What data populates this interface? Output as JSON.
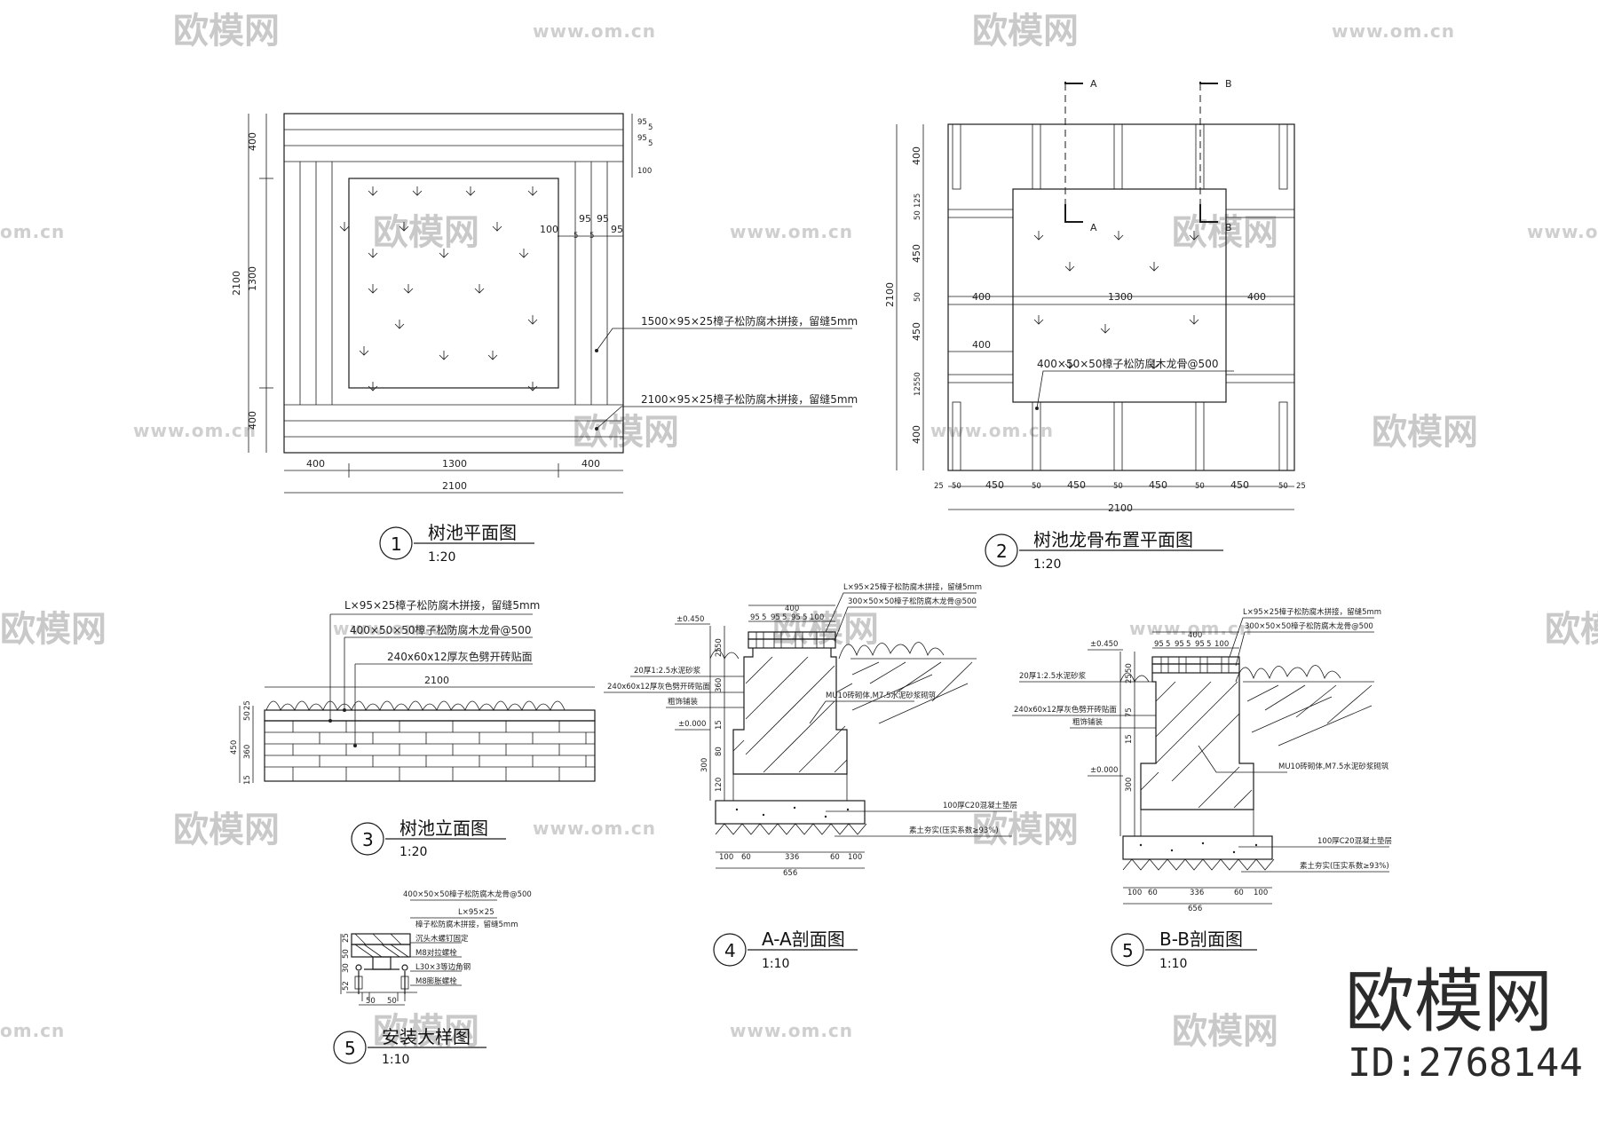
{
  "watermark": {
    "brand": "欧模网",
    "url": "www.om.cn",
    "url_short": "om.cn"
  },
  "brand_stamp": {
    "name": "欧模网",
    "id": "ID:2768144"
  },
  "drawings": [
    {
      "no": "1",
      "title": "树池平面图",
      "scale": "1:20"
    },
    {
      "no": "2",
      "title": "树池龙骨布置平面图",
      "scale": "1:20"
    },
    {
      "no": "3",
      "title": "树池立面图",
      "scale": "1:20"
    },
    {
      "no": "4",
      "title": "A-A剖面图",
      "scale": "1:10"
    },
    {
      "no": "5",
      "title": "B-B剖面图",
      "scale": "1:10"
    },
    {
      "no": "5",
      "title": "安装大样图",
      "scale": "1:10"
    }
  ],
  "plan1": {
    "note_1500": "1500×95×25樟子松防腐木拼接，留缝5mm",
    "note_2100": "2100×95×25樟子松防腐木拼接，留缝5mm",
    "dims_bottom": [
      "400",
      "1300",
      "400"
    ],
    "dim_total": "2100",
    "dims_left": [
      "400",
      "1300",
      "400"
    ],
    "dim_left_total": "2100",
    "dims_right": [
      "95",
      "95",
      "5",
      "5",
      "100"
    ],
    "dims_inner": [
      "100",
      "95",
      "95",
      "95",
      "5",
      "5"
    ]
  },
  "plan2": {
    "section_a": "A",
    "section_b": "B",
    "dims_bottom": [
      "25",
      "50",
      "450",
      "50",
      "450",
      "50",
      "450",
      "50",
      "450",
      "50",
      "25"
    ],
    "dim_total": "2100",
    "dims_left": [
      "400",
      "125",
      "50",
      "450",
      "50",
      "450",
      "50",
      "125",
      "400"
    ],
    "dim_left_total": "2100",
    "inner_labels": [
      "400",
      "1300",
      "400",
      "400"
    ],
    "note_joist": "400×50×50樟子松防腐木龙骨@500"
  },
  "elevation3": {
    "note_1": "L×95×25樟子松防腐木拼接，留缝5mm",
    "note_2": "400×50×50樟子松防腐木龙骨@500",
    "note_3": "240x60x12厚灰色劈开砖贴面",
    "dim_top": "2100",
    "dims_left": [
      "450",
      "50",
      "25",
      "360",
      "15"
    ]
  },
  "sectionA": {
    "notes_right": [
      "L×95×25樟子松防腐木拼接，留缝5mm",
      "300×50×50樟子松防腐木龙骨@500",
      "MU10砖砌体,M7.5水泥砂浆砌筑",
      "100厚C20混凝土垫层",
      "素土夯实(压实系数≥93%)"
    ],
    "notes_left": [
      "20厚1:2.5水泥砂浆",
      "240x60x12厚灰色劈开砖贴面",
      "粗饰铺装"
    ],
    "levels": [
      "±0.450",
      "±0.000"
    ],
    "dims_top": [
      "400",
      "95",
      "5",
      "95",
      "5",
      "95",
      "5",
      "100"
    ],
    "dims_left": [
      "50",
      "25",
      "360",
      "15",
      "300",
      "80",
      "120"
    ],
    "dims_bottom": [
      "100",
      "60",
      "336",
      "60",
      "100"
    ],
    "dim_total": "656"
  },
  "sectionB": {
    "notes_right": [
      "L×95×25樟子松防腐木拼接，留缝5mm",
      "300×50×50樟子松防腐木龙骨@500",
      "MU10砖砌体,M7.5水泥砂浆砌筑",
      "100厚C20混凝土垫层",
      "素土夯实(压实系数≥93%)"
    ],
    "notes_left": [
      "20厚1:2.5水泥砂浆",
      "240x60x12厚灰色劈开砖贴面",
      "粗饰铺装"
    ],
    "levels": [
      "±0.450",
      "±0.000"
    ],
    "dims_top": [
      "400",
      "95",
      "5",
      "95",
      "5",
      "95",
      "5",
      "100"
    ],
    "dims_left": [
      "50",
      "25",
      "75",
      "15",
      "300"
    ],
    "dims_bottom": [
      "100",
      "60",
      "336",
      "60",
      "100"
    ],
    "dim_total": "656"
  },
  "detail": {
    "notes": [
      "400×50×50樟子松防腐木龙骨@500",
      "L×95×25",
      "樟子松防腐木拼接，留缝5mm",
      "沉头木螺钉固定",
      "M8对拉螺栓",
      "L30×3等边角钢",
      "M8膨胀螺栓"
    ],
    "dims_left": [
      "25",
      "50",
      "30",
      "52"
    ],
    "dims_bottom": [
      "50",
      "50"
    ]
  }
}
